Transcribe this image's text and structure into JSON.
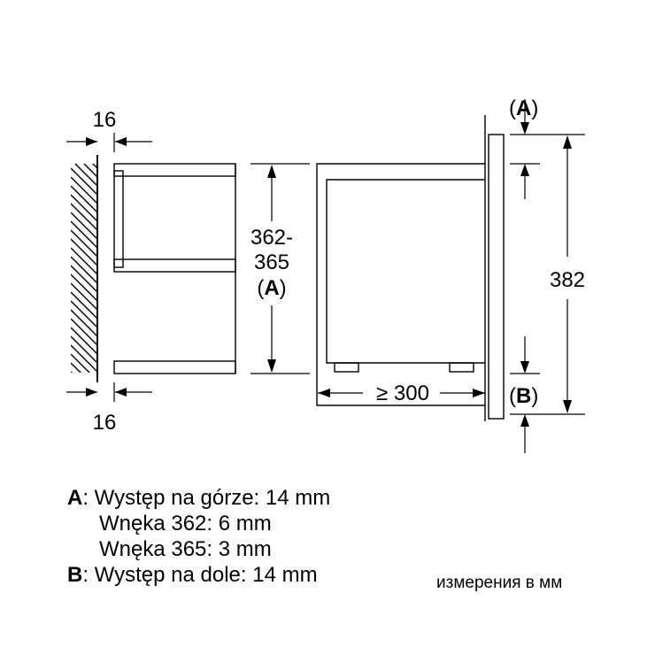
{
  "dimensions": {
    "side_gap_top": "16",
    "side_gap_bottom": "16",
    "niche_height_line1": "362-",
    "niche_height_line2": "365",
    "niche_height_key": "A",
    "depth": "≥ 300",
    "total_height": "382",
    "marker_a": "A",
    "marker_b": "B"
  },
  "legend": {
    "a_key": "A",
    "a_line1": ": Występ na górze: 14 mm",
    "a_line2": "Wnęka 362: 6 mm",
    "a_line3": "Wnęka 365: 3 mm",
    "b_key": "B",
    "b_line1": ": Występ na dole: 14 mm"
  },
  "units_note": "измерения в мм"
}
